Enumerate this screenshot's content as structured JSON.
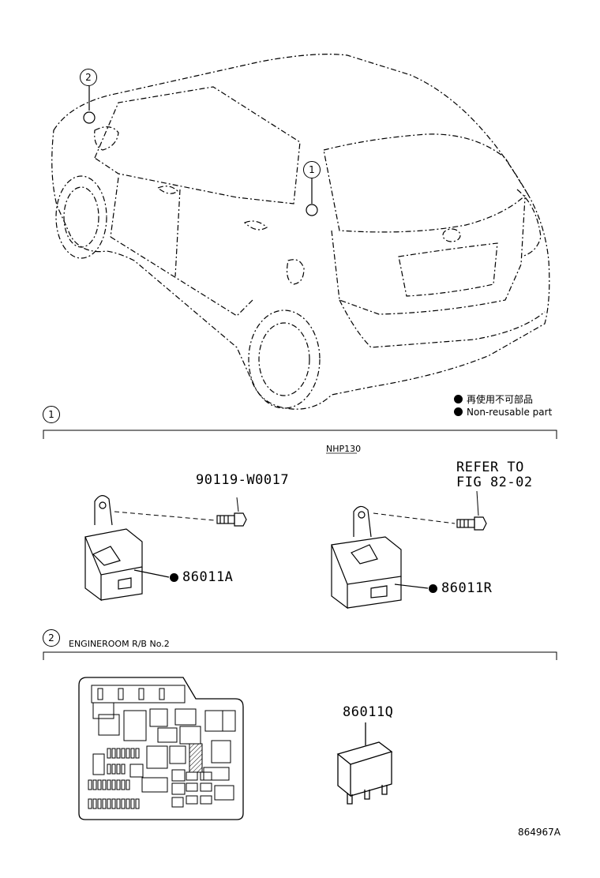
{
  "legend": {
    "item_ja": "再使用不可部品",
    "item_en": "Non-reusable part"
  },
  "callouts": {
    "car_1": "1",
    "car_2": "2"
  },
  "section1": {
    "number": "1",
    "variant_label": "NHP130",
    "bolt_left_part": "90119-W0017",
    "relay_left_part": "86011A",
    "bolt_right_ref_line1": "REFER TO",
    "bolt_right_ref_line2": "FIG 82-02",
    "relay_right_part": "86011R"
  },
  "section2": {
    "number": "2",
    "title": "ENGINEROOM R/B No.2",
    "relay_part": "86011Q"
  },
  "figure_id": "864967A"
}
